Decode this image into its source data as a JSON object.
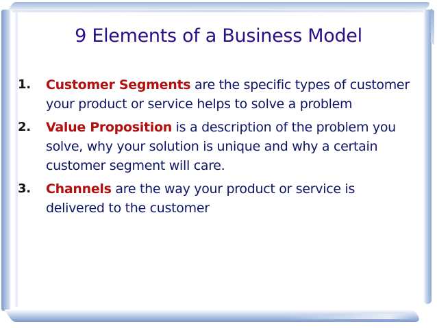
{
  "slide": {
    "title": "9 Elements of a Business Model",
    "items": [
      {
        "number": "1.",
        "term": "Customer Segments",
        "description": " are the specific types of customer your product or service helps to solve a problem"
      },
      {
        "number": "2.",
        "term": "Value Proposition",
        "description": " is a description of the problem you solve, why your solution is unique and why a certain customer segment will care."
      },
      {
        "number": "3.",
        "term": "Channels",
        "description": " are the way your product or service is delivered to the customer"
      }
    ]
  },
  "colors": {
    "title": "#2a0f88",
    "term": "#b01010",
    "body_text": "#0e1465",
    "number": "#141414",
    "frame": "#a6bcdf"
  }
}
